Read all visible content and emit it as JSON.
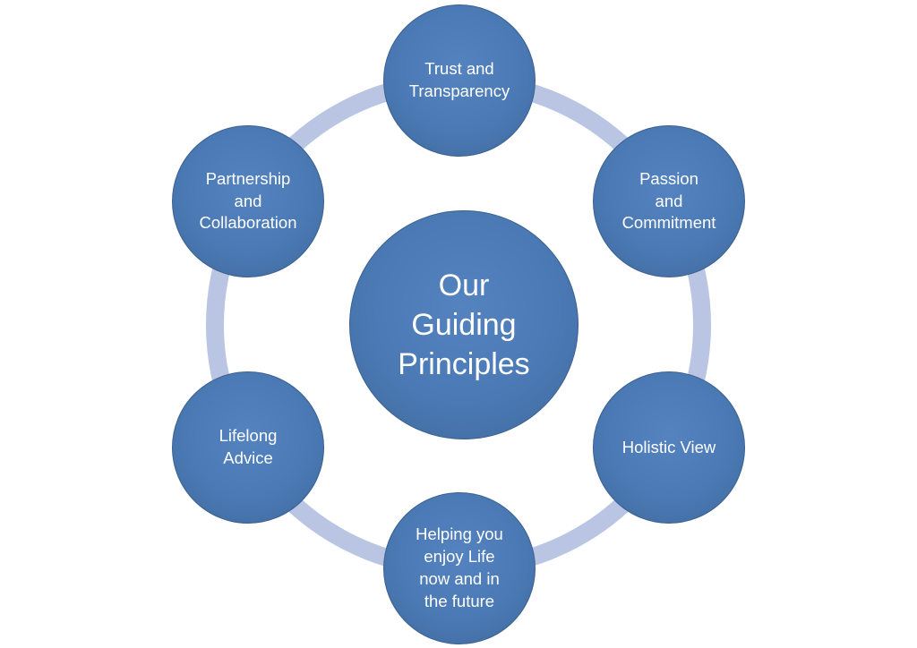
{
  "diagram": {
    "type": "cycle",
    "title": "Our Guiding Principles",
    "center": {
      "label": "Our\nGuiding\nPrinciples"
    },
    "nodes": [
      {
        "id": "trust-and-transparency",
        "position": "top",
        "label": "Trust and\nTransparency"
      },
      {
        "id": "passion-and-commitment",
        "position": "top-right",
        "label": "Passion\nand\nCommitment"
      },
      {
        "id": "holistic-view",
        "position": "bottom-right",
        "label": "Holistic View"
      },
      {
        "id": "helping-you-enjoy-life",
        "position": "bottom",
        "label": "Helping you\nenjoy Life\nnow and in\nthe future"
      },
      {
        "id": "lifelong-advice",
        "position": "bottom-left",
        "label": "Lifelong\nAdvice"
      },
      {
        "id": "partnership-and-collaboration",
        "position": "top-left",
        "label": "Partnership\nand\nCollaboration"
      }
    ],
    "colors": {
      "node_fill": "#4a79b4",
      "node_edge": "#3a6191",
      "ring": "#b9c5e2",
      "text": "#ffffff",
      "background": "#ffffff"
    }
  }
}
